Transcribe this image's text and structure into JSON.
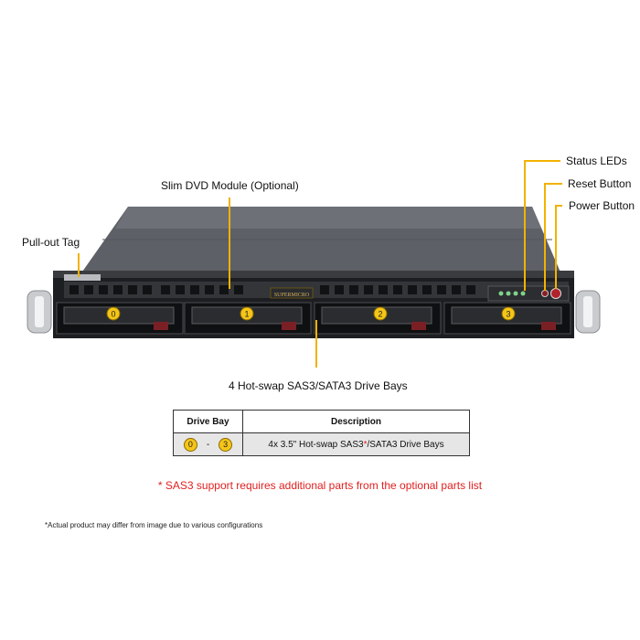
{
  "callouts": {
    "status_leds": "Status LEDs",
    "reset_button": "Reset Button",
    "power_button": "Power Button",
    "slim_dvd": "Slim DVD Module (Optional)",
    "pull_out_tag": "Pull-out Tag",
    "drive_bays": "4 Hot-swap  SAS3/SATA3 Drive Bays"
  },
  "chassis": {
    "brand": "SUPERMICRO",
    "bay_numbers": [
      "0",
      "1",
      "2",
      "3"
    ]
  },
  "table": {
    "headers": [
      "Drive Bay",
      "Description"
    ],
    "row": {
      "bay_start": "0",
      "bay_sep": "-",
      "bay_end": "3",
      "desc_prefix": "4x 3.5\" Hot-swap  SAS3",
      "desc_asterisk": "*",
      "desc_suffix": "/SATA3 Drive  Bays"
    }
  },
  "note": "* SAS3 support requires additional parts from the optional parts list",
  "disclaimer": "*Actual product may differ from image due to various configurations",
  "colors": {
    "leader": "#f2b200",
    "badge": "#f5c518",
    "note": "#e02020"
  }
}
